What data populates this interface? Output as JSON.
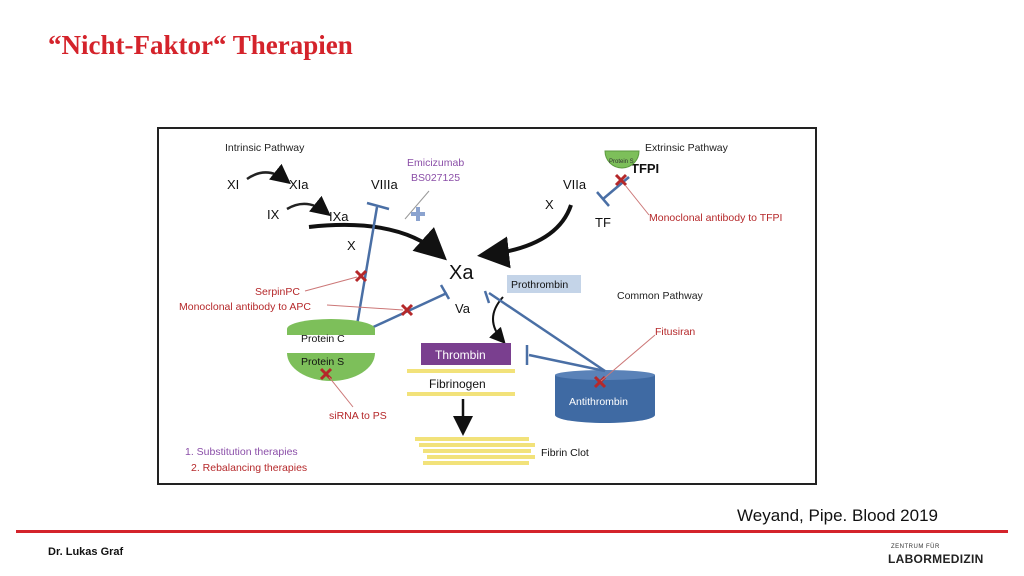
{
  "slide": {
    "title": "“Nicht-Faktor“ Therapien",
    "citation": "Weyand, Pipe. Blood 2019",
    "author": "Dr. Lukas Graf",
    "logo_line1": "ZENTRUM FÜR",
    "logo_line2": "LABORMEDIZIN"
  },
  "diagram": {
    "pathway_labels": {
      "intrinsic": "Intrinsic Pathway",
      "extrinsic": "Extrinsic Pathway",
      "common": "Common Pathway"
    },
    "factors": {
      "xi": "XI",
      "xia": "XIa",
      "ix": "IX",
      "ixa": "IXa",
      "viiia": "VIIIa",
      "x_left": "X",
      "xa": "Xa",
      "va": "Va",
      "viia": "VIIa",
      "x_right": "X",
      "tf": "TF",
      "tfpi": "TFPI"
    },
    "proteins": {
      "protein_c": "Protein C",
      "protein_s": "Protein S",
      "protein_s_small": "Protein S",
      "prothrombin": "Prothrombin",
      "thrombin": "Thrombin",
      "fibrinogen": "Fibrinogen",
      "antithrombin": "Antithrombin",
      "fibrin_clot": "Fibrin Clot"
    },
    "therapies": {
      "emicizumab": "Emicizumab",
      "bs027125": "BS027125",
      "serpinpc": "SerpinPC",
      "apc_antibody": "Monoclonal antibody to APC",
      "tfpi_antibody": "Monoclonal antibody to TFPI",
      "fitusiran": "Fitusiran",
      "sirna_ps": "siRNA to PS"
    },
    "legend": [
      "1. Substitution therapies",
      "2. Rebalancing therapies"
    ],
    "colors": {
      "therapy_red": "#b5282a",
      "substitution_purple": "#8b4fa8",
      "inhibitor_blue": "#4a6fa5",
      "protein_green": "#7dbf5a",
      "thrombin_purple": "#7a3f8f",
      "fibrin_yellow": "#f2e27a",
      "antithrombin_blue": "#3f6aa3",
      "prothrombin_box": "#c4d4e8"
    }
  }
}
